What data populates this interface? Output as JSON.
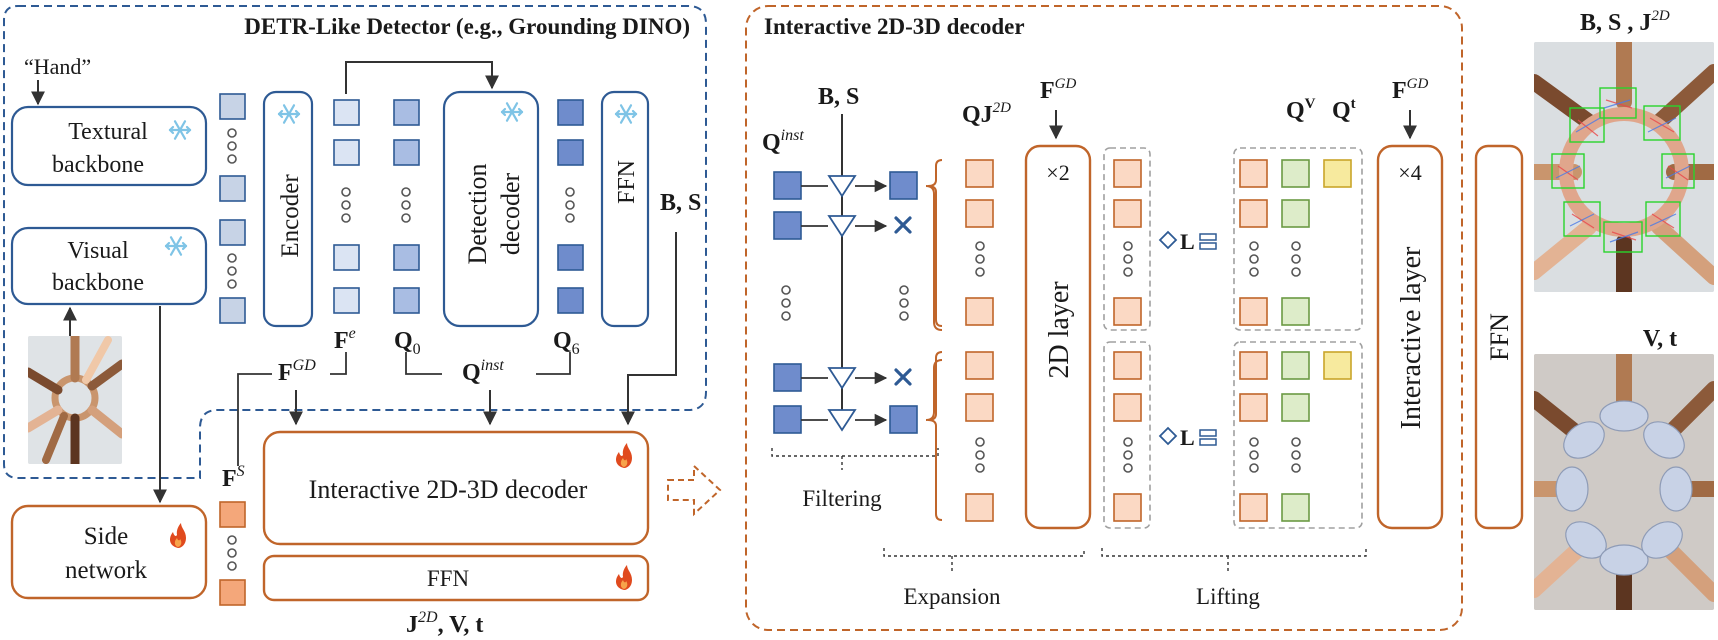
{
  "colors": {
    "blue": "#2e5a94",
    "blue_fill": "#8fa9d8",
    "blue_dark_fill": "#6f8ccc",
    "orange": "#c0652a",
    "orange_fill": "#fbd9c4",
    "orange_strong": "#f4a77a",
    "green": "#6b9a44",
    "green_fill": "#ddecc9",
    "yellow": "#c9a52a",
    "yellow_fill": "#f7ea9e",
    "flame": "#e04a1e",
    "snow": "#7fc4e6",
    "dash_blue": "#2e5a94",
    "dash_orange": "#c0652a",
    "gray_dash": "#a0a0a0"
  },
  "left": {
    "group_title": "DETR-Like Detector (e.g., Grounding DINO)",
    "hand_prompt": "“Hand”",
    "textural_backbone": [
      "Textural",
      "backbone"
    ],
    "visual_backbone": [
      "Visual",
      "backbone"
    ],
    "encoder": "Encoder",
    "detection_decoder": [
      "Detection",
      "decoder"
    ],
    "ffn": "FFN",
    "bs": "B, S",
    "fe": "F",
    "fe_sup": "e",
    "q0": "Q",
    "q0_sub": "0",
    "q6": "Q",
    "q6_sub": "6",
    "fgd": "F",
    "fgd_sup": "GD",
    "qinst": "Q",
    "qinst_sup": "inst",
    "fs": "F",
    "fs_sup": "S",
    "side_network": [
      "Side",
      "network"
    ],
    "interactive_decoder": "Interactive 2D-3D decoder",
    "ffn_bottom": "FFN",
    "output": "J",
    "output_sup": "2D",
    "output_rest": ", V, t"
  },
  "middle": {
    "title": "Interactive 2D-3D decoder",
    "bs": "B, S",
    "qinst": "Q",
    "qinst_sup": "inst",
    "qj2d": "QJ",
    "qj2d_sup": "2D",
    "fgd_left": "F",
    "fgd_left_sup": "GD",
    "times2": "×2",
    "layer_2d": "2D layer",
    "lifting_l": "L",
    "qv": "Q",
    "qv_sup": "V",
    "qt": "Q",
    "qt_sup": "t",
    "fgd_right": "F",
    "fgd_right_sup": "GD",
    "times4": "×4",
    "interactive_layer": "Interactive layer",
    "ffn": "FFN",
    "filtering": "Filtering",
    "expansion": "Expansion",
    "lifting": "Lifting"
  },
  "right": {
    "top_label": "B, S , J",
    "top_label_sup": "2D",
    "bottom_label": "V, t"
  }
}
